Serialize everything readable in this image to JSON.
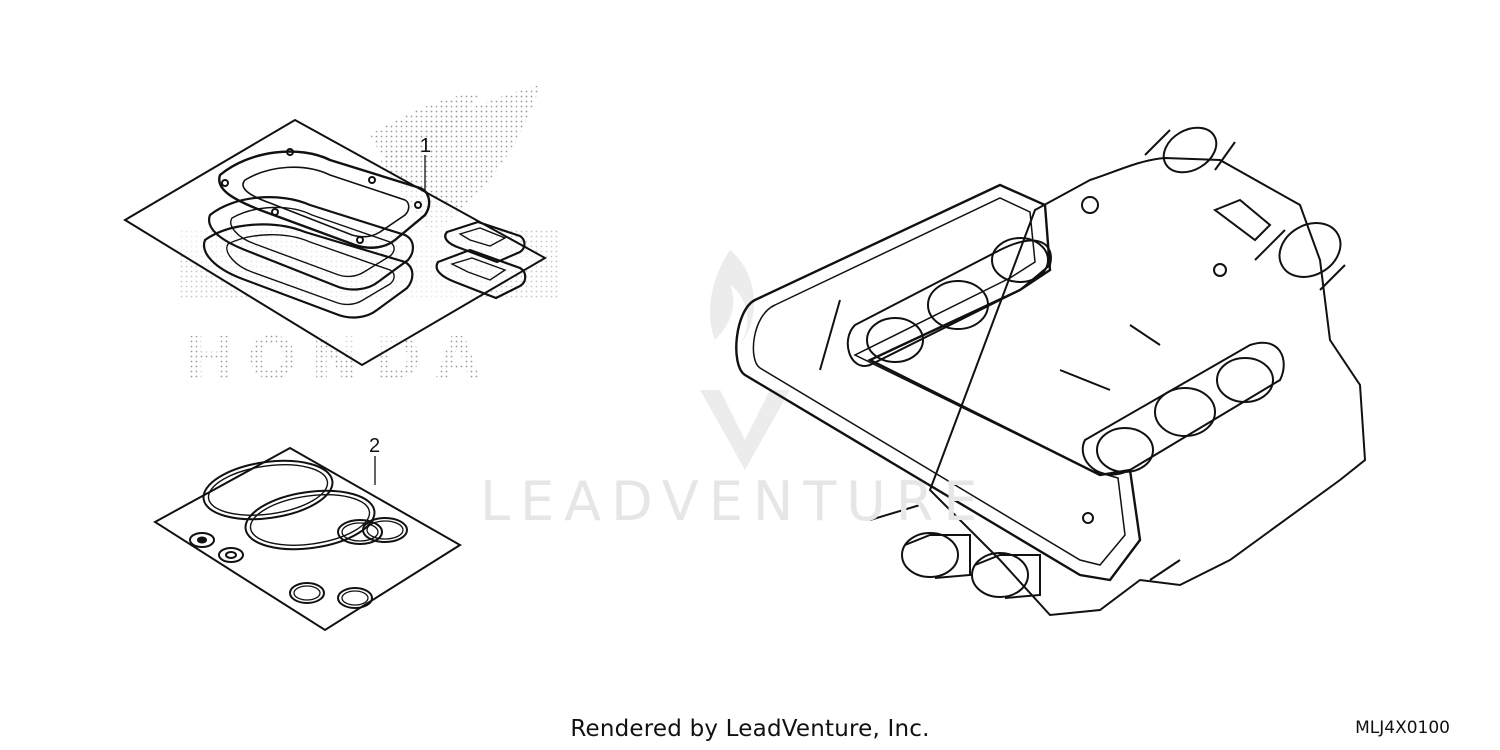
{
  "callouts": [
    {
      "number": "1"
    },
    {
      "number": "2"
    }
  ],
  "watermark": {
    "brand": "LEADVENTURE"
  },
  "logo": {
    "text": "HONDA"
  },
  "footer": {
    "rendered_by": "Rendered by LeadVenture, Inc."
  },
  "diagram_code": "MLJ4X0100",
  "colors": {
    "line": "#111111",
    "watermark": "#e6e6e6",
    "dot": "#9a9a9a"
  }
}
